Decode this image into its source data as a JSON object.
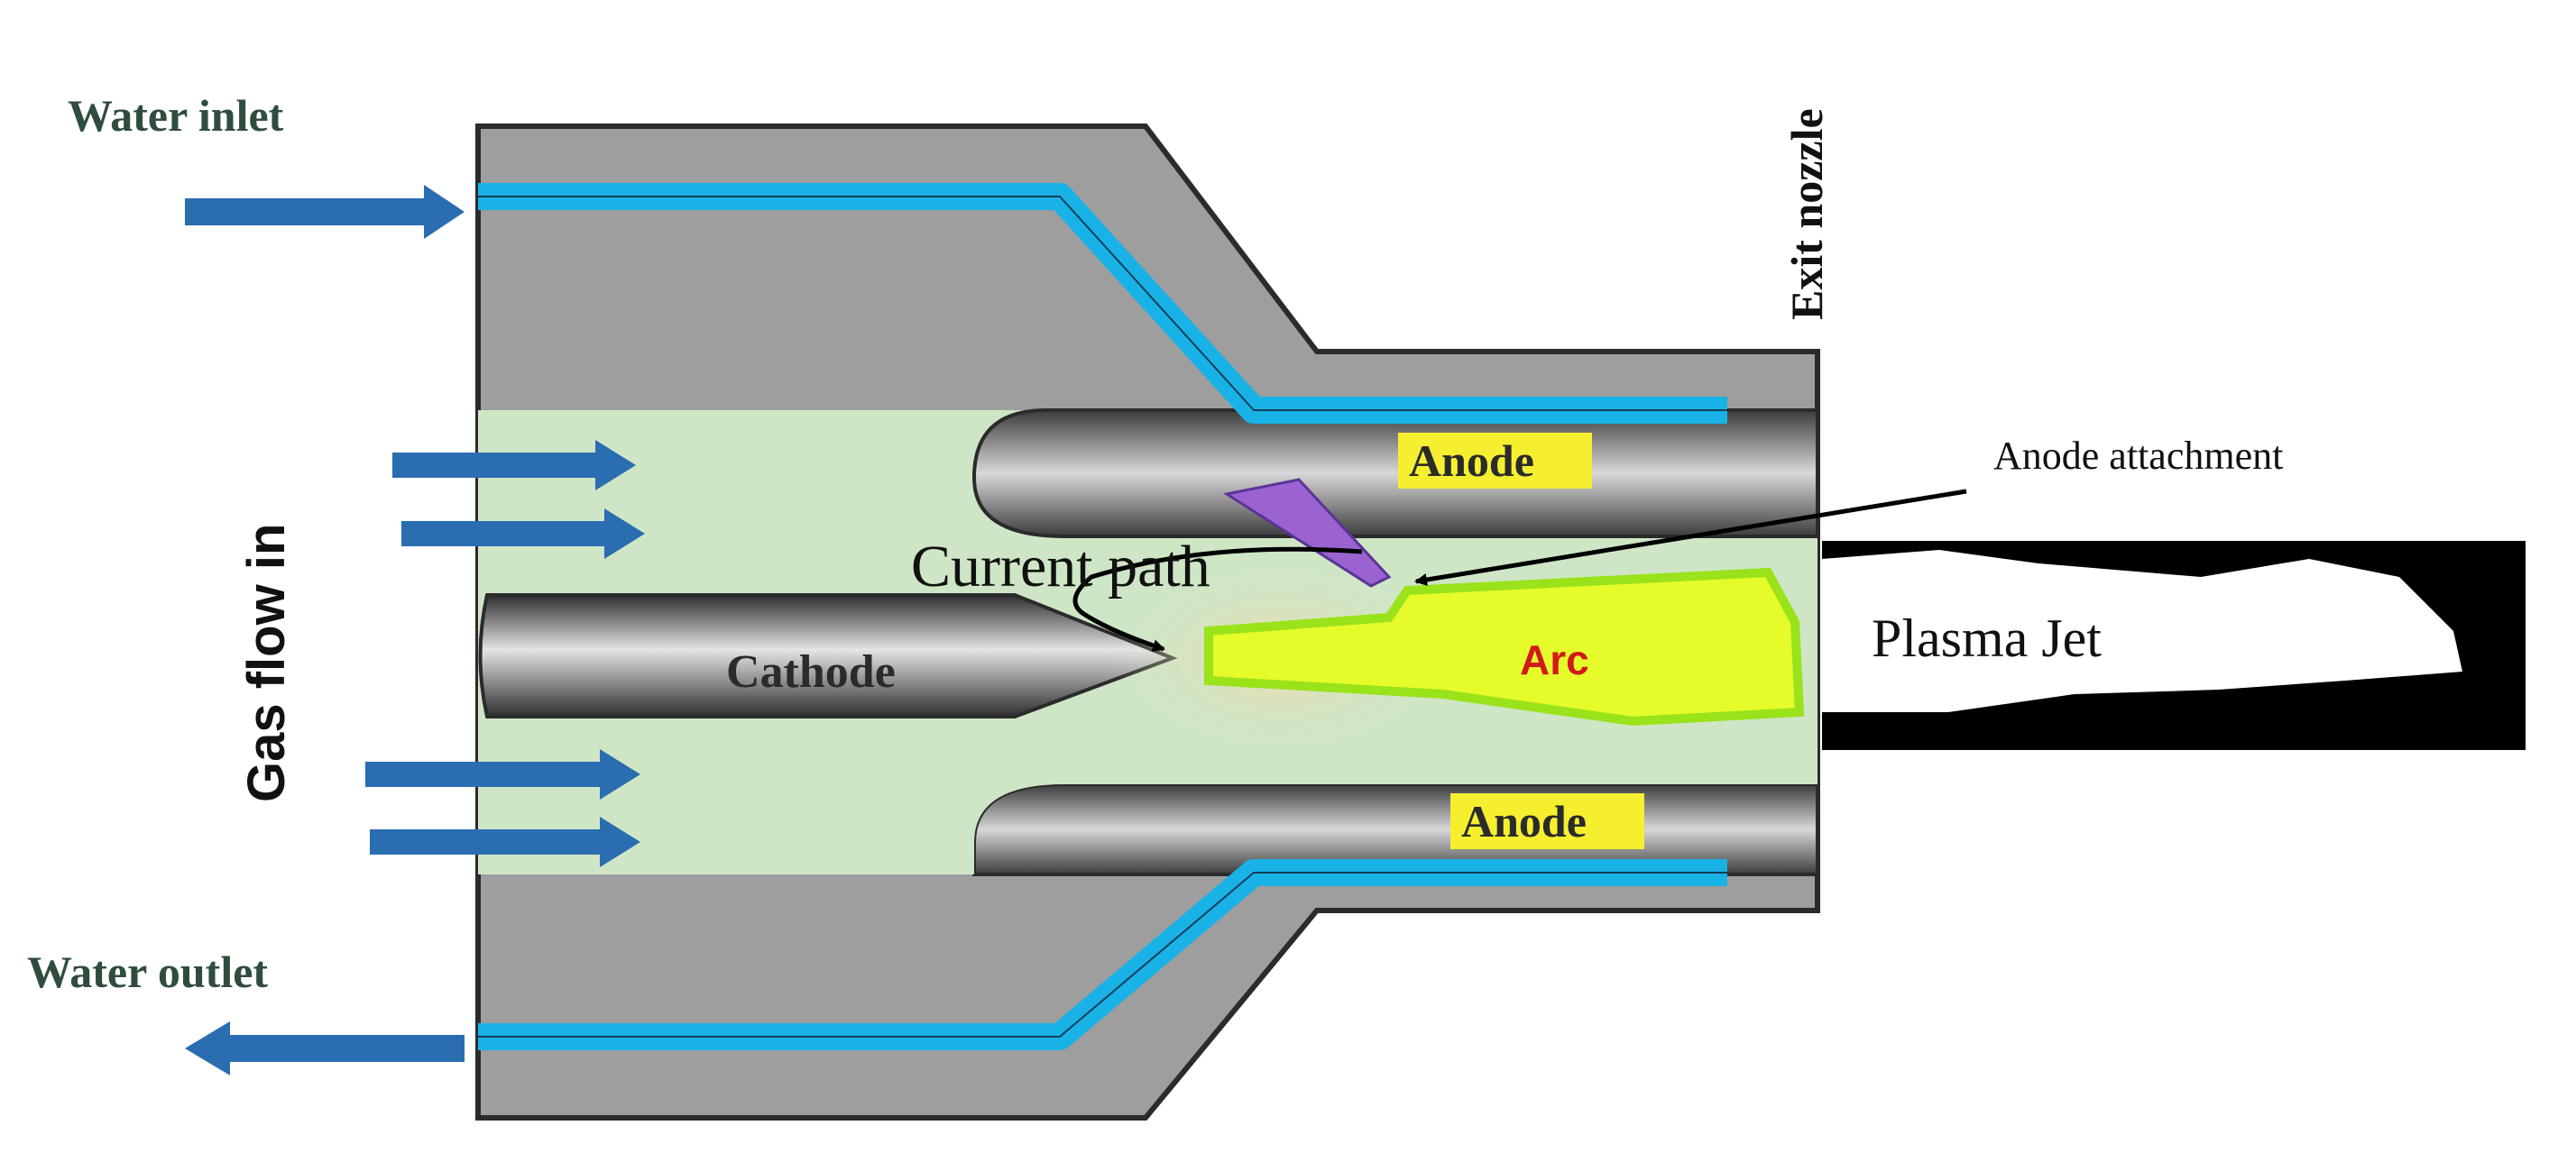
{
  "labels": {
    "water_inlet": "Water inlet",
    "water_outlet": "Water outlet",
    "gas_flow_in": "Gas flow in",
    "exit_nozzle": "Exit nozzle",
    "anode_top": "Anode",
    "anode_bottom": "Anode",
    "anode_attachment": "Anode attachment",
    "current_path": "Current path",
    "cathode": "Cathode",
    "arc": "Arc",
    "plasma_jet": "Plasma Jet"
  },
  "colors": {
    "housing": "#9e9e9e",
    "housing_edge": "#2b2b2b",
    "water_channel": "#19b2e6",
    "flow_arrow": "#2a6db0",
    "gas_region": "#cfe6c6",
    "arc_fill": "#e5fb2a",
    "arc_text": "#d11a1a",
    "anode_highlight": "#f6ef2f",
    "plasma_bg": "#000000",
    "plasma_fill": "#ffffff",
    "attachment_marker": "#9a63d1"
  },
  "icons": {
    "flow_arrow": "right-arrow-icon",
    "outlet_arrow": "left-arrow-icon"
  }
}
